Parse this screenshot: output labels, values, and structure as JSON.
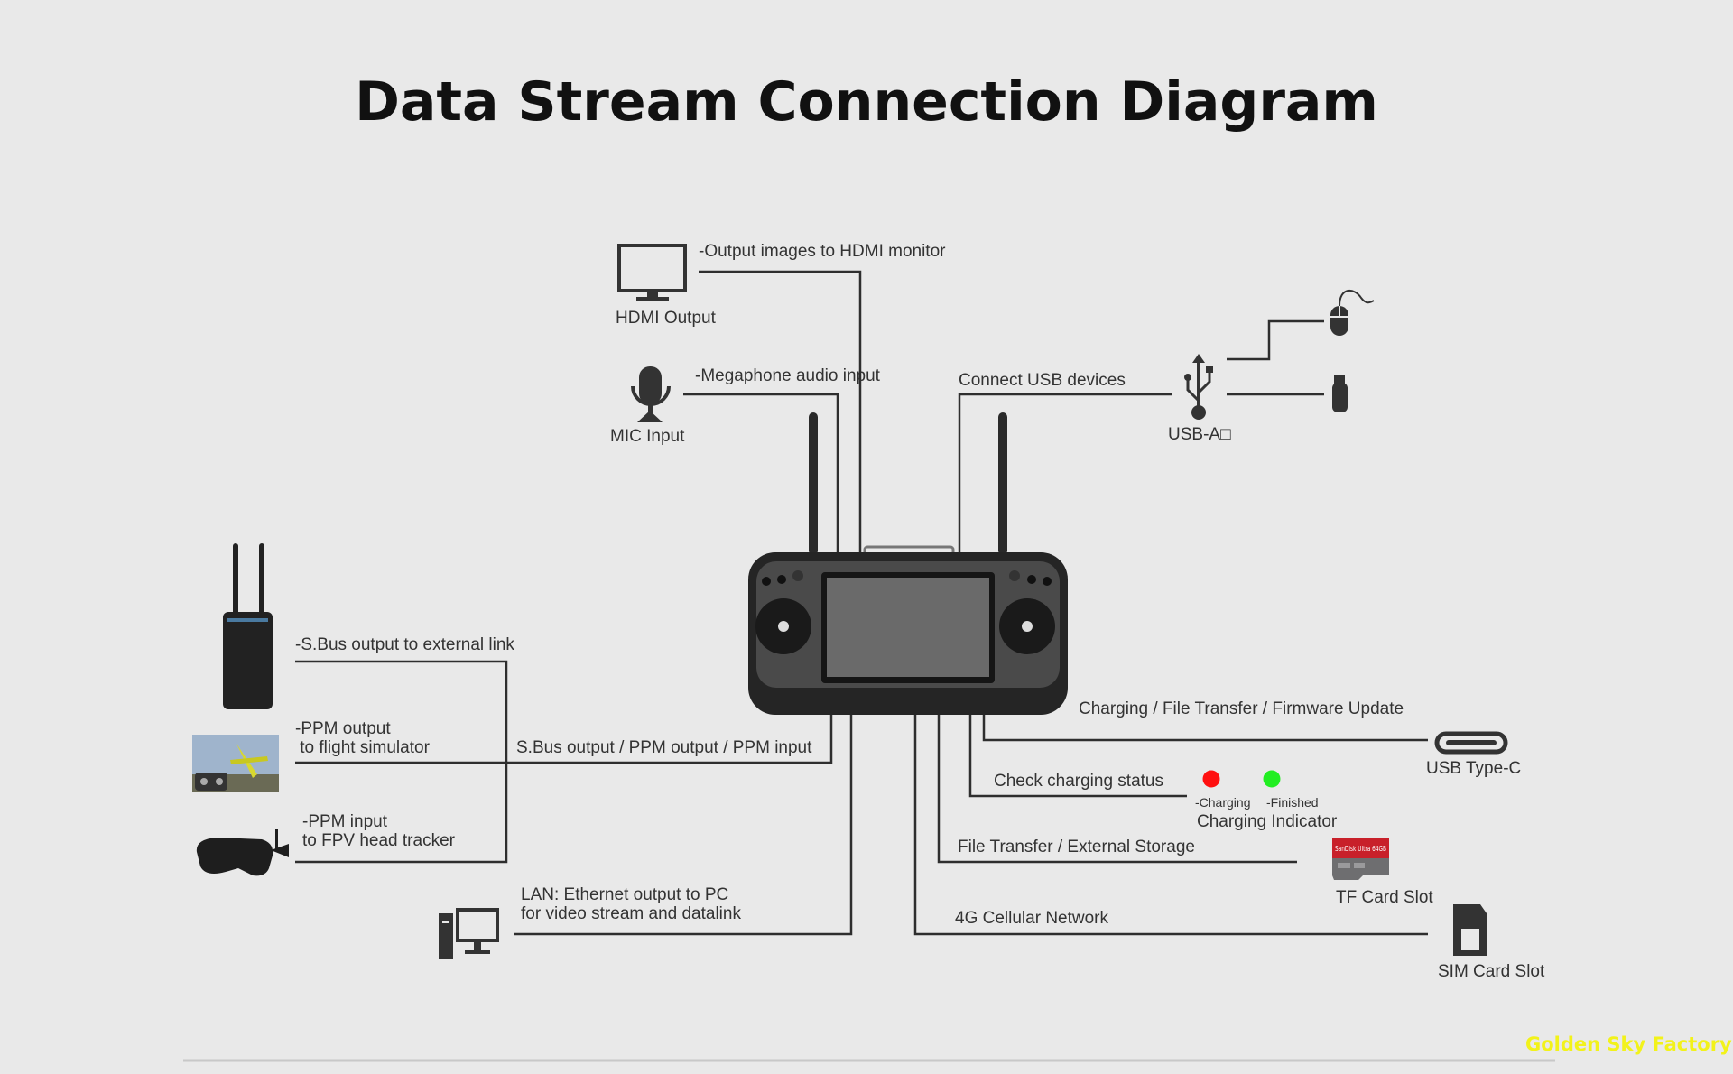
{
  "title": "Data Stream Connection Diagram",
  "top": {
    "hdmi_desc": "-Output images to HDMI monitor",
    "hdmi_label": "HDMI Output",
    "mic_desc": "-Megaphone audio input",
    "mic_label": "MIC Input",
    "usb_desc": "Connect USB devices",
    "usb_label": "USB-A□"
  },
  "left": {
    "sbus_desc": "-S.Bus output to external link",
    "ppm_out_line1": "-PPM output",
    "ppm_out_line2": " to flight simulator",
    "ppm_in_line1": "-PPM input",
    "ppm_in_line2": "to FPV head tracker",
    "port_desc": "S.Bus output / PPM output / PPM input",
    "lan_line1": "LAN: Ethernet output to PC",
    "lan_line2": "for video stream and datalink"
  },
  "right": {
    "usbc_desc": "Charging / File Transfer / Firmware Update",
    "usbc_label": "USB Type-C",
    "charge_desc": "Check charging status",
    "charging": "-Charging",
    "finished": "-Finished",
    "indicator_label": "Charging Indicator",
    "tf_desc": "File Transfer / External Storage",
    "tf_label": "TF Card Slot",
    "sim_desc": "4G Cellular Network",
    "sim_label": "SIM Card Slot",
    "tf_card_brand": "SanDisk Ultra 64GB"
  },
  "colors": {
    "charging": "#ff1010",
    "finished": "#22ee22",
    "line": "#2e2e2e",
    "watermark": "#f2f21a"
  },
  "watermark": "Golden Sky Factory"
}
